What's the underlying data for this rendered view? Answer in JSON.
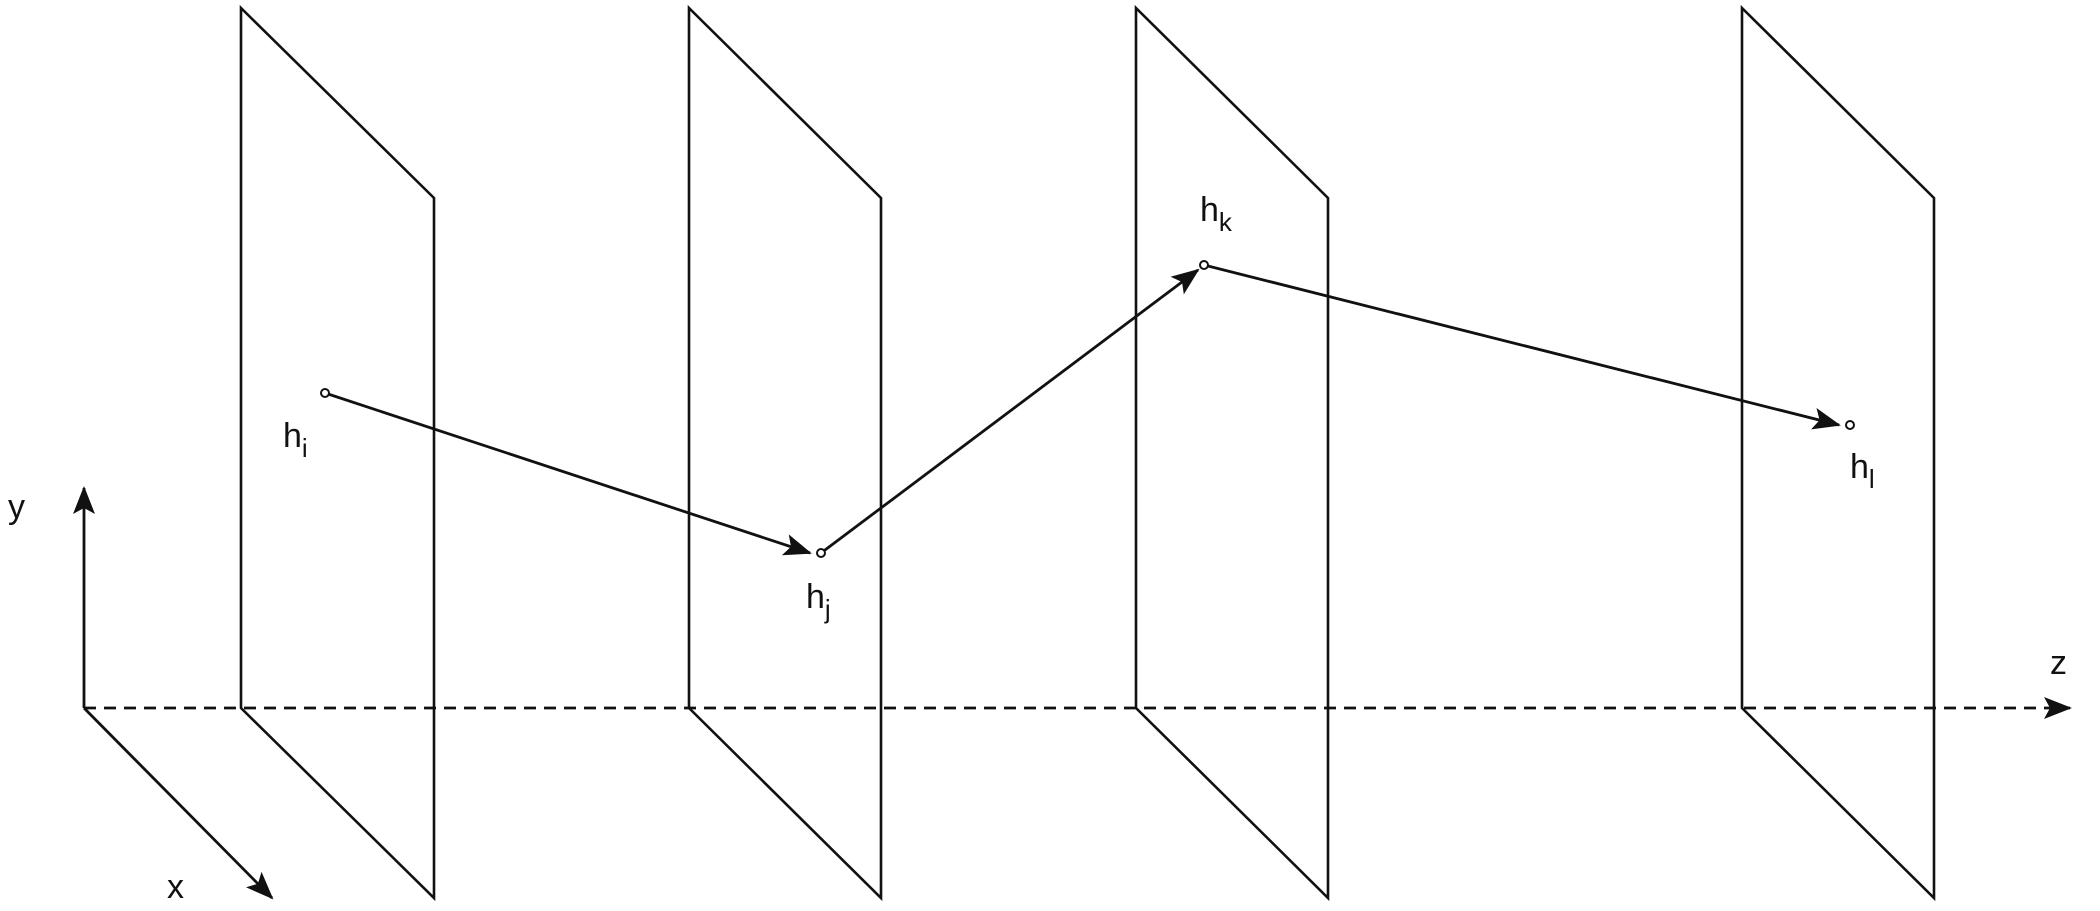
{
  "axes": {
    "x_label": "x",
    "y_label": "y",
    "z_label": "z"
  },
  "points": {
    "hi": {
      "base": "h",
      "sub": "i"
    },
    "hj": {
      "base": "h",
      "sub": "j"
    },
    "hk": {
      "base": "h",
      "sub": "k"
    },
    "hl": {
      "base": "h",
      "sub": "l"
    }
  },
  "planes": [
    "plane-1",
    "plane-2",
    "plane-3",
    "plane-4"
  ],
  "colors": {
    "stroke": "#111111",
    "background": "#ffffff"
  }
}
